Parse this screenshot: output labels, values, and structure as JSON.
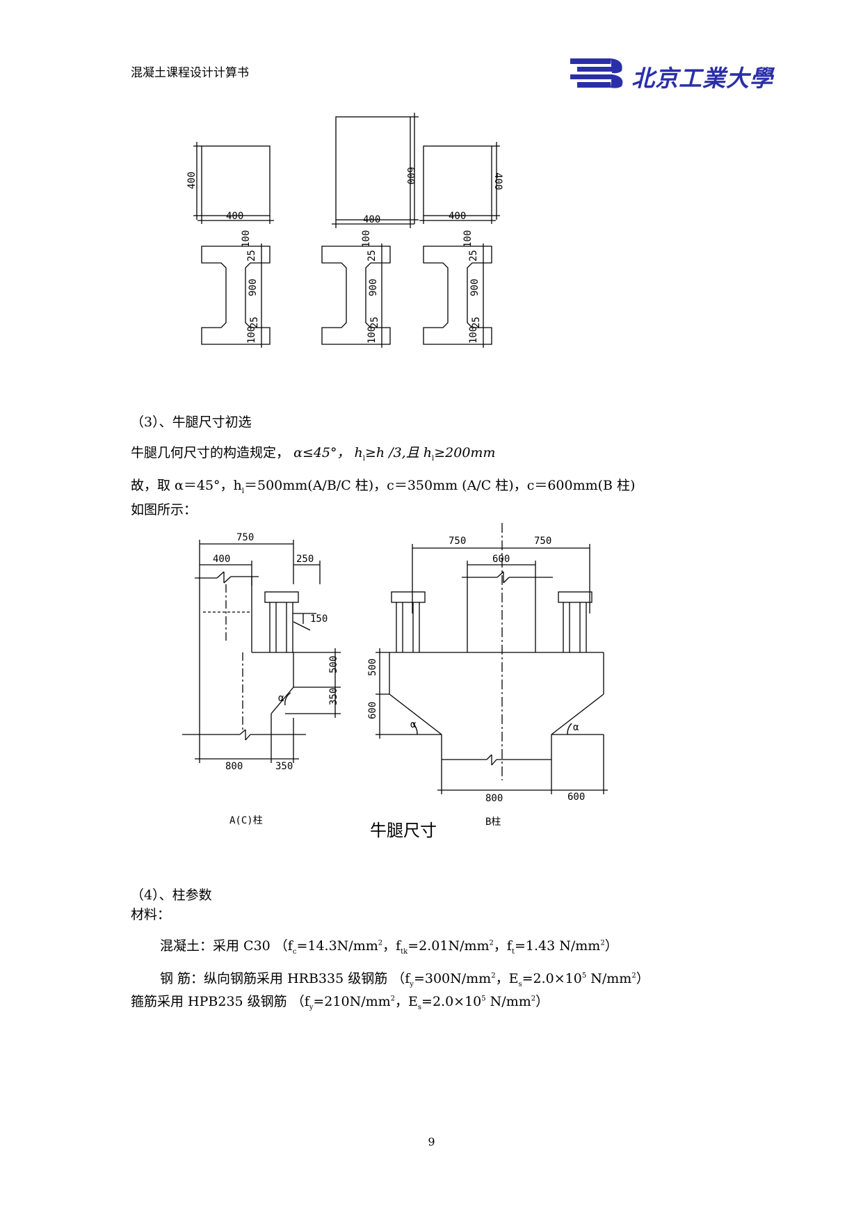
{
  "header": {
    "doc_title": "混凝土课程设计计算书",
    "logo_text": "北京工業大學"
  },
  "fig_sections": {
    "top_left": {
      "h": "400",
      "w": "400"
    },
    "top_mid": {
      "h": "600",
      "w": "400"
    },
    "top_right": {
      "h": "400",
      "w": "400"
    },
    "i_dims": {
      "flange": "100",
      "taper": "25",
      "web": "900"
    }
  },
  "section3": {
    "heading": "（3）、牛腿尺寸初选",
    "rule_text": "牛腿几何尺寸的构造规定，",
    "rule_a": "α≤45°，",
    "rule_h1": "h",
    "rule_h1_sub": "l",
    "rule_h1b": "≥h ∕3,且 ",
    "rule_h2": "h",
    "rule_h2_sub": "l",
    "rule_h2b": "≥200mm",
    "choose_1": "故，取 α＝45°，h",
    "choose_sub": "l",
    "choose_2": "＝500mm(A/B/C 柱)，c＝350mm (A/C 柱)，c＝600mm(B 柱)",
    "as_shown": "如图所示："
  },
  "corbel_fig": {
    "left": {
      "d750": "750",
      "d400": "400",
      "d250": "250",
      "d150": "150",
      "d500": "500",
      "d350v": "350",
      "alpha": "α",
      "d800": "800",
      "d350": "350",
      "label": "A(C)柱"
    },
    "right": {
      "d750a": "750",
      "d750b": "750",
      "d600top": "600",
      "d500": "500",
      "d600v": "600",
      "alpha_l": "α",
      "alpha_r": "α",
      "d800": "800",
      "d600": "600",
      "label": "B柱"
    },
    "caption": "牛腿尺寸"
  },
  "section4": {
    "heading": "（4）、柱参数",
    "material": "材料：",
    "concrete": "混凝土：采用 C30  （f",
    "concrete_sub_c": "c",
    "concrete_2": "=14.3N/mm",
    "concrete_3": "，f",
    "concrete_sub_tk": "tk",
    "concrete_4": "=2.01N/mm",
    "concrete_5": "，f",
    "concrete_sub_t": "t",
    "concrete_6": "=1.43 N/mm",
    "concrete_7": "）",
    "steel": "钢    筋：纵向钢筋采用 HRB335 级钢筋 （f",
    "steel_sub_y": "y",
    "steel_2": "=300N/mm",
    "steel_3": "，E",
    "steel_sub_s": "s",
    "steel_4": "=2.0×10",
    "steel_sup5": "5",
    "steel_5": " N/mm",
    "steel_6": "）",
    "stirrup": "箍筋采用 HPB235 级钢筋 （f",
    "stirrup_sub_y": "y",
    "stirrup_2": "=210N/mm",
    "stirrup_3": "，E",
    "stirrup_sub_s": "s",
    "stirrup_4": "=2.0×10",
    "stirrup_sup5": "5",
    "stirrup_5": " N/mm",
    "stirrup_6": "）",
    "sup2": "2"
  },
  "page_number": "9",
  "colors": {
    "logo_blue": "#2a2fa8"
  }
}
